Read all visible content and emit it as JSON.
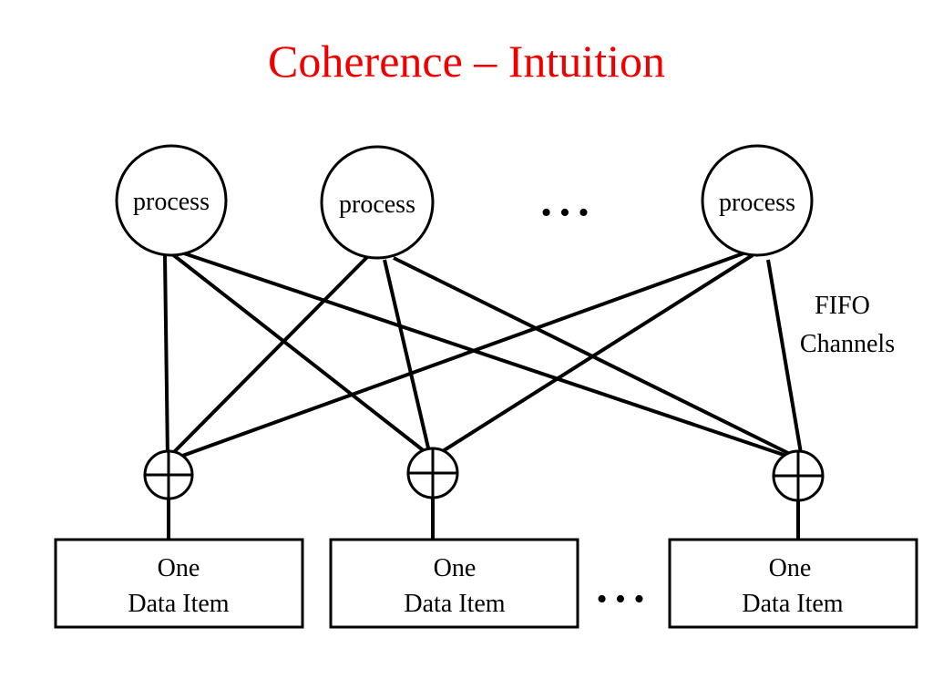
{
  "title": "Coherence – Intuition",
  "colors": {
    "title": "#ee0000",
    "stroke": "#000000",
    "background": "#ffffff"
  },
  "processes": [
    {
      "label": "process"
    },
    {
      "label": "process"
    },
    {
      "label": "process"
    }
  ],
  "process_ellipsis": "• • •",
  "channel_label": {
    "line1": "FIFO",
    "line2": "Channels"
  },
  "data_items": [
    {
      "line1": "One",
      "line2": "Data Item"
    },
    {
      "line1": "One",
      "line2": "Data Item"
    },
    {
      "line1": "One",
      "line2": "Data Item"
    }
  ],
  "data_item_ellipsis": "• • •",
  "node_icon": "circled-plus-icon"
}
